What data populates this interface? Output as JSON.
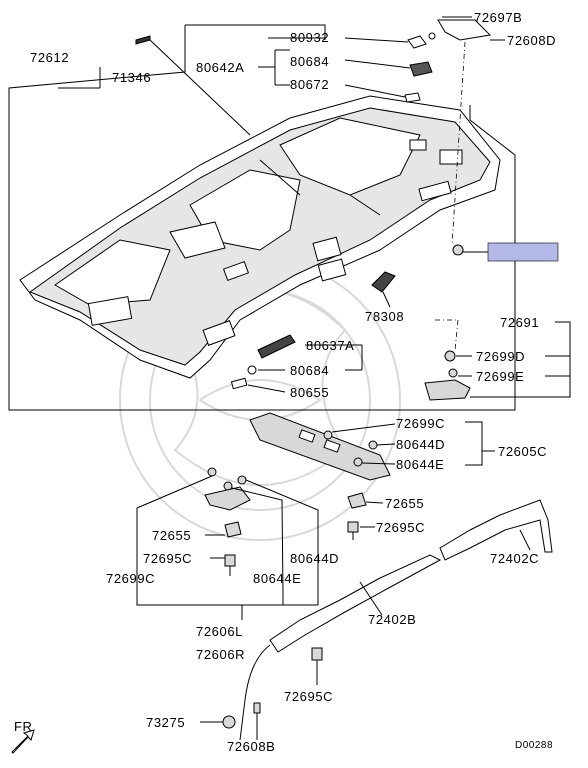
{
  "labels": {
    "p72612": "72612",
    "p71346": "71346",
    "p80642A": "80642A",
    "p80932": "80932",
    "p80684_top": "80684",
    "p80672": "80672",
    "p72697B": "72697B",
    "p72608D": "72608D",
    "p78308": "78308",
    "p80637A": "80637A",
    "p80684_mid": "80684",
    "p80655": "80655",
    "p72691": "72691",
    "p72699D": "72699D",
    "p72699E": "72699E",
    "p72699C_top": "72699C",
    "p80644D_top": "80644D",
    "p80644E_top": "80644E",
    "p72605C": "72605C",
    "p72655_right": "72655",
    "p72695C_right": "72695C",
    "p72655_left": "72655",
    "p72695C_left": "72695C",
    "p72699C_left": "72699C",
    "p80644D_left": "80644D",
    "p80644E_left": "80644E",
    "p72402C": "72402C",
    "p72402B": "72402B",
    "p72606L": "72606L",
    "p72606R": "72606R",
    "p72695C_bottom": "72695C",
    "p73275": "73275",
    "p72608B": "72608B"
  },
  "front_indicator": "FR",
  "diagram_code": "D00288",
  "highlight_color": "#b4b8e6"
}
